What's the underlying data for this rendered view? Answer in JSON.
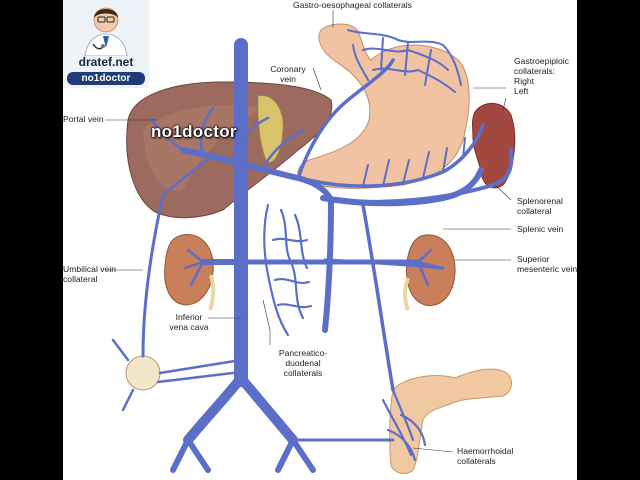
{
  "watermark": {
    "logo_site": "dratef.net",
    "logo_brand": "no1doctor",
    "overlay_text": "no1doctor"
  },
  "labels": {
    "gastro_oesophageal": "Gastro-oesophageal collaterals",
    "coronary_line1": "Coronary",
    "coronary_line2": "vein",
    "gastroepiploic_line1": "Gastroepiploic",
    "gastroepiploic_line2": "collaterals:",
    "gastroepiploic_right": "Right",
    "gastroepiploic_left": "Left",
    "portal_vein": "Portal vein",
    "splenorenal_line1": "Splenorenal",
    "splenorenal_line2": "collateral",
    "splenic_vein": "Splenic vein",
    "umbilical_line1": "Umbilical vein",
    "umbilical_line2": "collateral",
    "superior_mesenteric_line1": "Superior",
    "superior_mesenteric_line2": "mesenteric vein",
    "ivc_line1": "Inferior",
    "ivc_line2": "vena cava",
    "pancreatico_line1": "Pancreatico-",
    "pancreatico_line2": "duodenal",
    "pancreatico_line3": "collaterals",
    "haemorrhoidal_line1": "Haemorrhoidal",
    "haemorrhoidal_line2": "collaterals"
  },
  "colors": {
    "vein": "#5b6fc9",
    "vein_dark": "#3b4fa8",
    "liver": "#9c6a5e",
    "stomach": "#f2c3a2",
    "spleen": "#a3483e",
    "kidney": "#c97f5a",
    "colon": "#f0c9a0",
    "background": "#ffffff",
    "frame": "#000000"
  }
}
